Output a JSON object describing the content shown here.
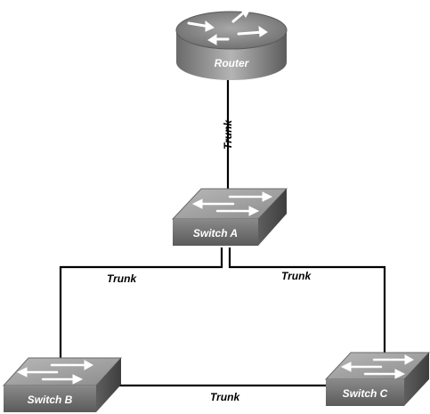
{
  "devices": {
    "router": {
      "label": "Router",
      "icon": "router-icon"
    },
    "switch_a": {
      "label": "Switch A",
      "icon": "switch-icon"
    },
    "switch_b": {
      "label": "Switch B",
      "icon": "switch-icon"
    },
    "switch_c": {
      "label": "Switch C",
      "icon": "switch-icon"
    }
  },
  "links": {
    "router_switch_a": "Trunk",
    "switch_a_switch_b": "Trunk",
    "switch_a_switch_c": "Trunk",
    "switch_b_switch_c": "Trunk"
  }
}
